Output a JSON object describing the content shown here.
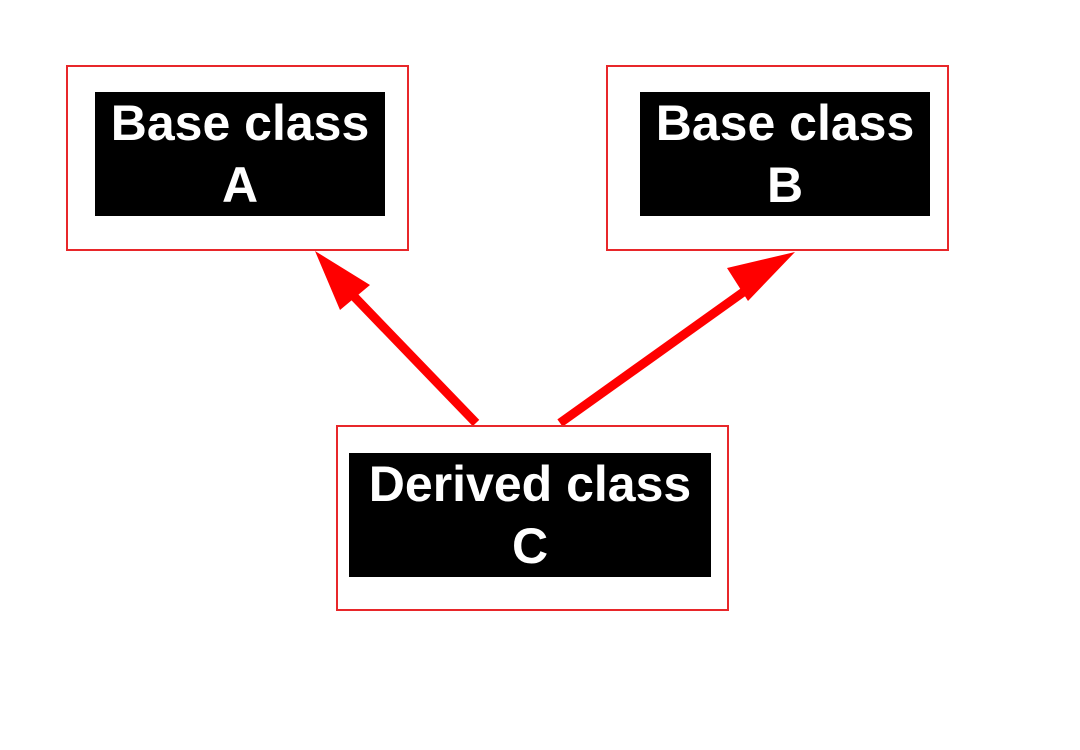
{
  "colors": {
    "border": "#e8272a",
    "arrow": "#ff0000",
    "label_background": "#000000",
    "label_text": "#ffffff"
  },
  "nodes": {
    "base_a": {
      "line1": "Base class",
      "line2": "A"
    },
    "base_b": {
      "line1": "Base class",
      "line2": "B"
    },
    "derived_c": {
      "line1": "Derived class",
      "line2": "C"
    }
  },
  "edges": [
    {
      "from": "derived_c",
      "to": "base_a"
    },
    {
      "from": "derived_c",
      "to": "base_b"
    }
  ]
}
